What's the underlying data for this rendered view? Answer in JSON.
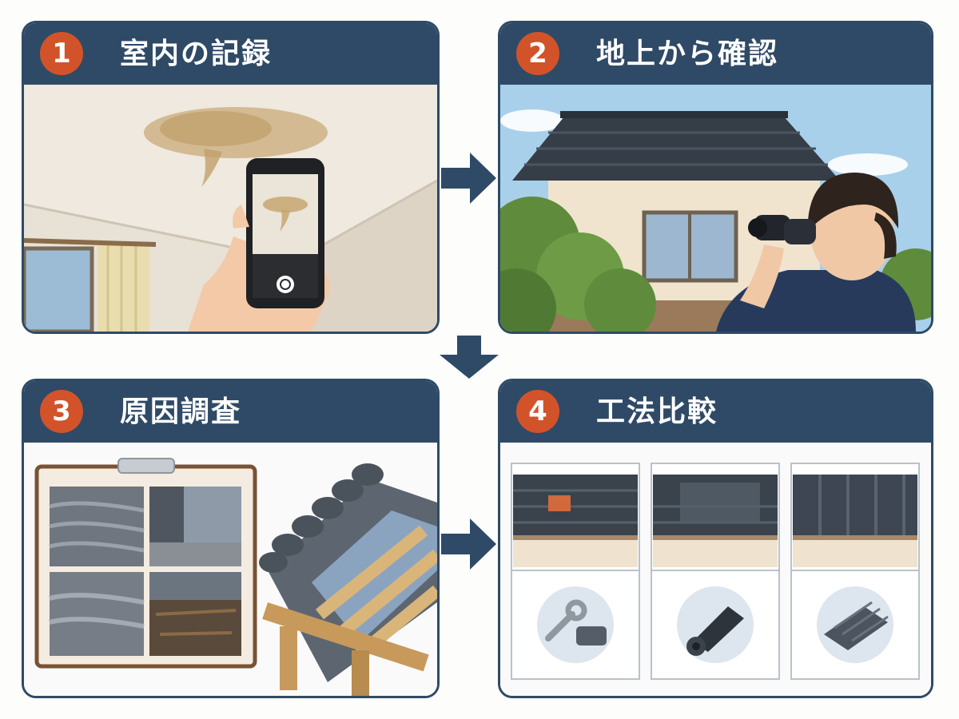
{
  "steps": [
    {
      "number": "1",
      "title": "室内の記録"
    },
    {
      "number": "2",
      "title": "地上から確認"
    },
    {
      "number": "3",
      "title": "原因調査"
    },
    {
      "number": "4",
      "title": "工法比較"
    }
  ],
  "colors": {
    "header": "#2f4a66",
    "badge": "#d2532a",
    "arrow": "#2f4a66"
  },
  "icons": [
    "ceiling-water-stain-photo",
    "phone-camera-icon",
    "binoculars-icon",
    "inspection-clipboard-icon",
    "roof-cross-section",
    "wrench-tile-repair-icon",
    "roofing-membrane-roll-icon",
    "metal-roof-panel-icon"
  ]
}
